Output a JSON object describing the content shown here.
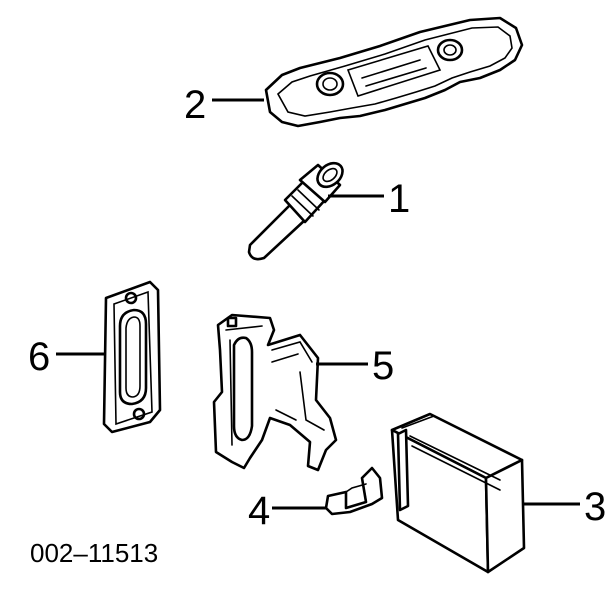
{
  "callouts": [
    {
      "id": "1",
      "label": "1"
    },
    {
      "id": "2",
      "label": "2"
    },
    {
      "id": "3",
      "label": "3"
    },
    {
      "id": "4",
      "label": "4"
    },
    {
      "id": "5",
      "label": "5"
    },
    {
      "id": "6",
      "label": "6"
    }
  ],
  "reference_code": "002–11513"
}
